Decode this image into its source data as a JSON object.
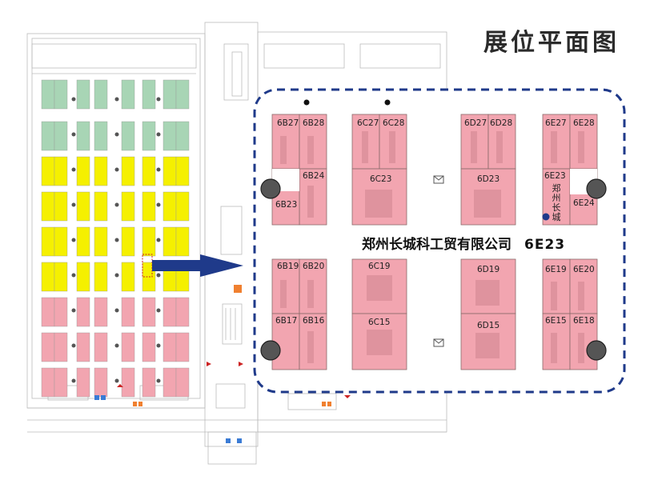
{
  "title": "展位平面图",
  "highlight": {
    "company": "郑州长城科工贸有限公司",
    "booth": "6E23",
    "vertical_label": [
      "郑",
      "州",
      "长",
      "城"
    ]
  },
  "colors": {
    "booth_pink": "#f2a5b0",
    "booth_yellow": "#f5f000",
    "booth_green": "#a8d5b5",
    "zoom_border": "#1f3a8a",
    "arrow": "#1f3a8a",
    "marker": "#1f3a8a",
    "pillar": "#555555"
  },
  "blocks": [
    {
      "id": "6B",
      "booths": [
        {
          "label": "6B27"
        },
        {
          "label": "6B28"
        },
        {
          "label": "6B24"
        },
        {
          "label": "6B23"
        },
        {
          "label": "6B19"
        },
        {
          "label": "6B20"
        },
        {
          "label": "6B17"
        },
        {
          "label": "6B16"
        }
      ]
    },
    {
      "id": "6C",
      "booths": [
        {
          "label": "6C27"
        },
        {
          "label": "6C28"
        },
        {
          "label": "6C23"
        },
        {
          "label": "6C19"
        },
        {
          "label": "6C15"
        }
      ]
    },
    {
      "id": "6D",
      "booths": [
        {
          "label": "6D27"
        },
        {
          "label": "6D28"
        },
        {
          "label": "6D23"
        },
        {
          "label": "6D19"
        },
        {
          "label": "6D15"
        }
      ]
    },
    {
      "id": "6E",
      "booths": [
        {
          "label": "6E27"
        },
        {
          "label": "6E28"
        },
        {
          "label": "6E23"
        },
        {
          "label": "6E24"
        },
        {
          "label": "6E19"
        },
        {
          "label": "6E20"
        },
        {
          "label": "6E15"
        },
        {
          "label": "6E18"
        }
      ]
    }
  ]
}
